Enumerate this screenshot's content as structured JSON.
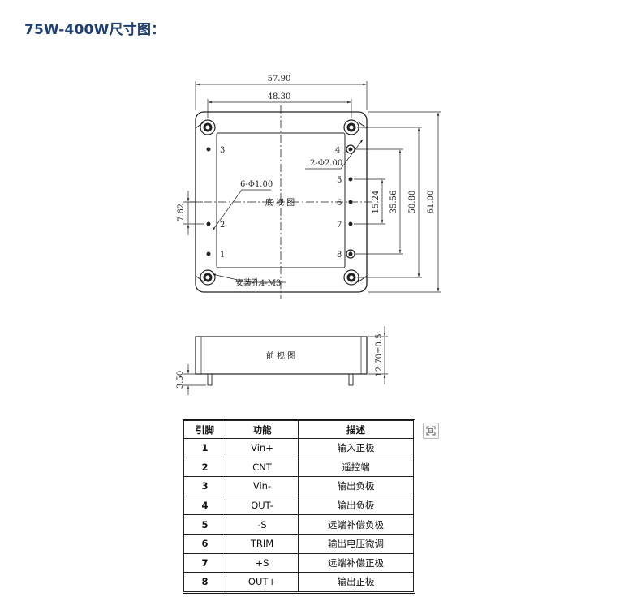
{
  "page": {
    "title": "75W-400W尺寸图："
  },
  "drawing": {
    "dims": {
      "overall_width": "57.90",
      "inner_width": "48.30",
      "overall_height": "61.00",
      "pitch_50": "50.80",
      "pitch_35": "35.56",
      "pitch_15": "15.24",
      "left_762": "7.62",
      "thickness": "12.70±0.5",
      "pin_length": "3.50"
    },
    "callouts": {
      "hole_2": "2-Φ2.00",
      "hole_6": "6-Φ1.00",
      "mount": "安装孔4-M3"
    },
    "view_labels": {
      "bottom": "底 视 图",
      "front": "前 视 图"
    },
    "pin_numbers": [
      "1",
      "2",
      "3",
      "4",
      "5",
      "6",
      "7",
      "8"
    ]
  },
  "pin_table": {
    "headers": [
      "引脚",
      "功能",
      "描述"
    ],
    "rows": [
      {
        "pin": "1",
        "function": "Vin+",
        "desc": "输入正极"
      },
      {
        "pin": "2",
        "function": "CNT",
        "desc": "遥控端"
      },
      {
        "pin": "3",
        "function": "Vin-",
        "desc": "输出负极"
      },
      {
        "pin": "4",
        "function": "OUT-",
        "desc": "输出负极"
      },
      {
        "pin": "5",
        "function": "-S",
        "desc": "远端补偿负极"
      },
      {
        "pin": "6",
        "function": "TRIM",
        "desc": "输出电压微调"
      },
      {
        "pin": "7",
        "function": "+S",
        "desc": "远端补偿正极"
      },
      {
        "pin": "8",
        "function": "OUT+",
        "desc": "输出正极"
      }
    ]
  },
  "icons": {
    "table_scan": "scan-icon"
  }
}
